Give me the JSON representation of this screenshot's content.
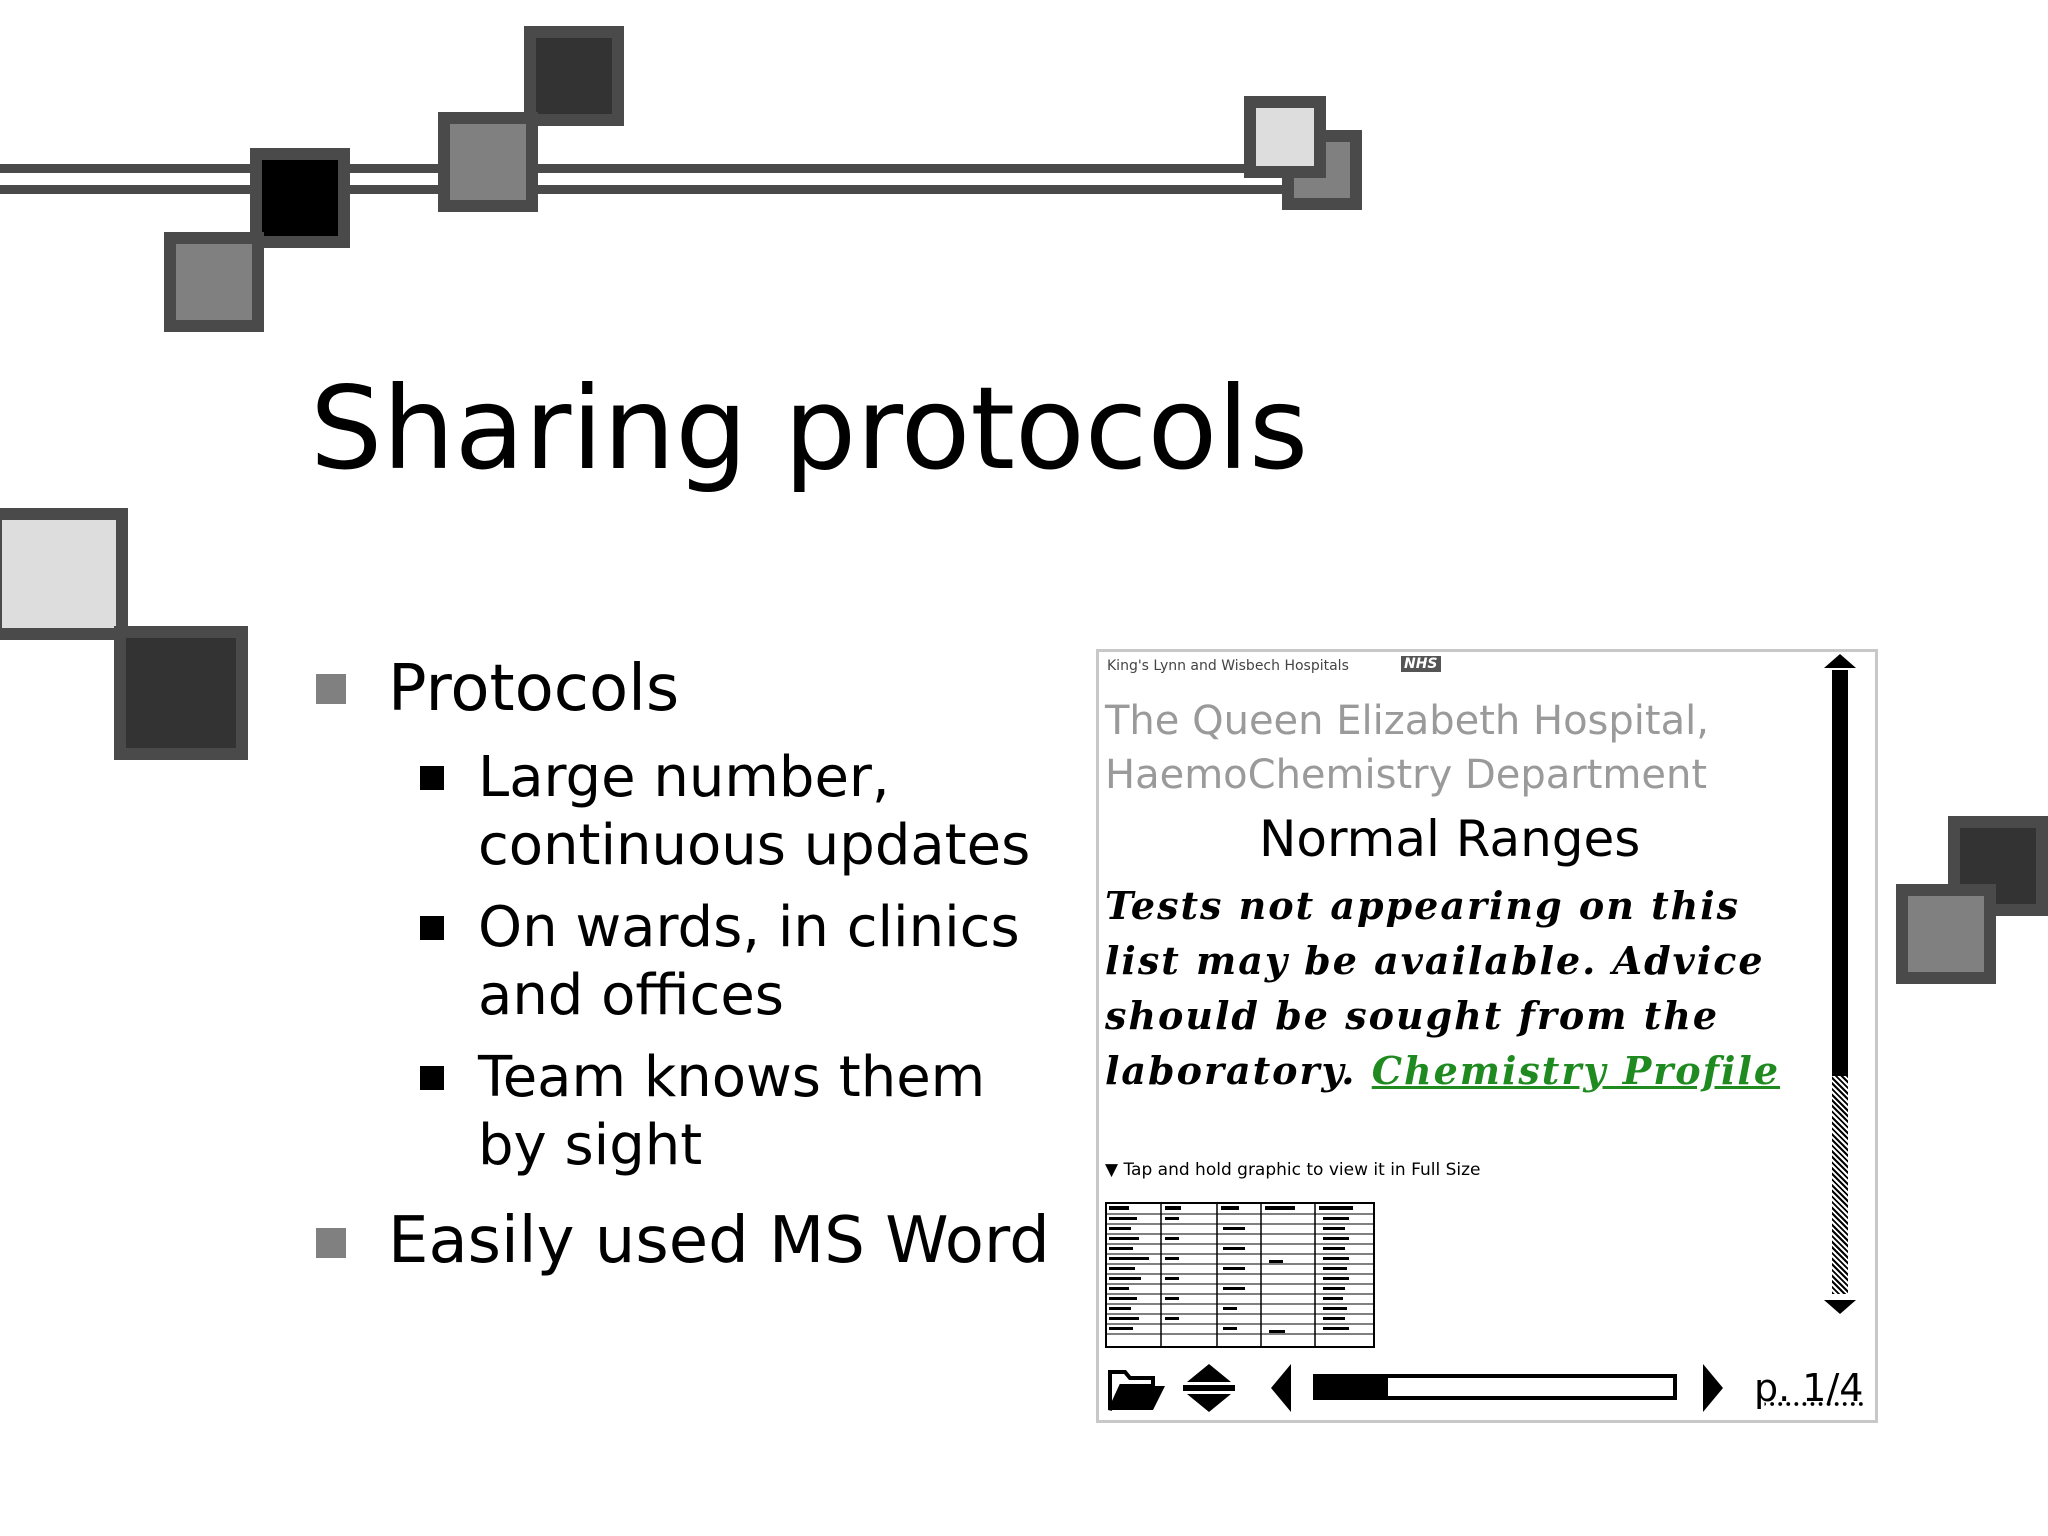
{
  "slide": {
    "title": "Sharing protocols",
    "bullets": [
      {
        "text": "Protocols",
        "sub": [
          "Large number, continuous updates",
          "On wards, in clinics and offices",
          "Team knows them by sight"
        ]
      },
      {
        "text": "Easily used MS Word"
      }
    ]
  },
  "pda": {
    "header_small": "King's Lynn and Wisbech Hospitals",
    "nhs_badge": "NHS",
    "hospital_line1": "The Queen Elizabeth Hospital,",
    "hospital_line2": "HaemoChemistry Department",
    "heading": "Normal Ranges",
    "notice": "Tests not appearing on this list may be available. Advice should be sought from the laboratory.",
    "link": "Chemistry Profile",
    "hint": "Tap and hold graphic to view it in Full Size",
    "page_indicator": "p. 1/4",
    "progress_fraction": 0.2,
    "colors": {
      "link": "#1f8a1f",
      "hospital_text": "#9a9a9a"
    },
    "toolbar_icons": [
      "folder-open-icon",
      "expand-collapse-icon",
      "previous-page-icon",
      "next-page-icon"
    ]
  }
}
